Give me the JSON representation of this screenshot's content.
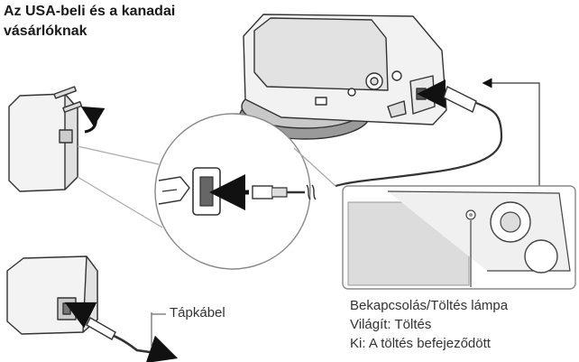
{
  "heading": {
    "line1": "Az USA-beli és a kanadai",
    "line2": "vásárlóknak"
  },
  "labels": {
    "cable": "Tápkábel",
    "lamp_name": "Bekapcsolás/Töltés lámpa",
    "lamp_on": "Világít: Töltés",
    "lamp_off": "Ki: A töltés befejeződött"
  },
  "colors": {
    "line": "#333333",
    "fill_light": "#ffffff",
    "fill_gray": "#e6e6e6",
    "fill_dark": "#b0b0b0",
    "screen": "#d9d9d9",
    "arrow": "#111111"
  }
}
